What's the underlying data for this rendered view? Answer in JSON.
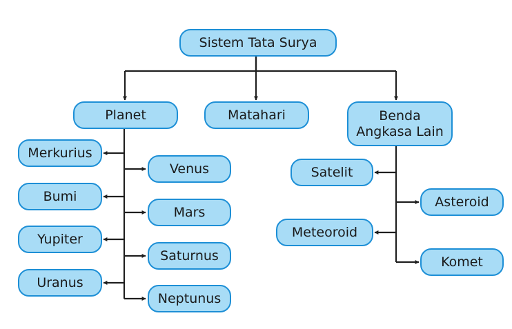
{
  "root": "Sistem Tata Surya",
  "categories": {
    "planet": "Planet",
    "matahari": "Matahari",
    "benda": "Benda\nAngkasa Lain"
  },
  "planets": {
    "merkurius": "Merkurius",
    "venus": "Venus",
    "bumi": "Bumi",
    "mars": "Mars",
    "yupiter": "Yupiter",
    "saturnus": "Saturnus",
    "uranus": "Uranus",
    "neptunus": "Neptunus"
  },
  "benda_lain": {
    "satelit": "Satelit",
    "asteroid": "Asteroid",
    "meteoroid": "Meteoroid",
    "komet": "Komet"
  },
  "colors": {
    "node_fill": "#a8dcf6",
    "node_border": "#1d8fd6",
    "connector": "#1f1f1f"
  }
}
